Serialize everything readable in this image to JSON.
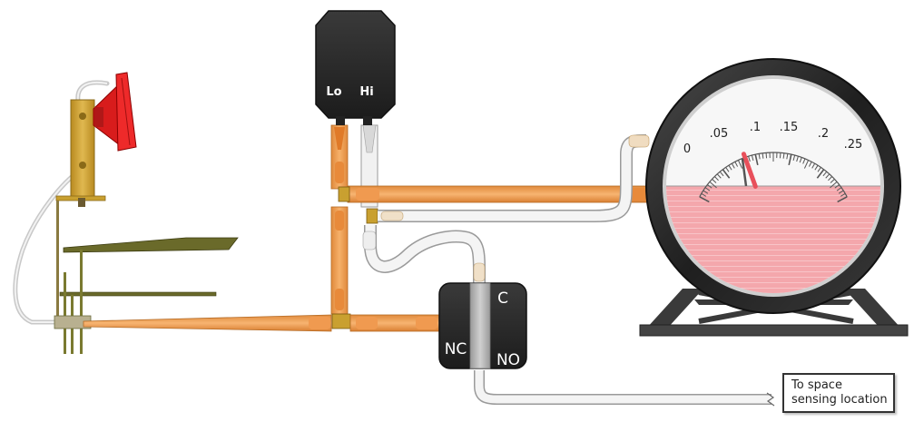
{
  "transmitter": {
    "lo_label": "Lo",
    "hi_label": "Hi"
  },
  "switch": {
    "c_label": "C",
    "nc_label": "NC",
    "no_label": "NO"
  },
  "gauge": {
    "scale_labels": [
      "0",
      ".05",
      ".1",
      ".15",
      ".2",
      ".25"
    ],
    "reading": 0.085,
    "scale_min": 0,
    "scale_max": 0.25,
    "fluid_color": "#f4a7ac",
    "needle_color": "#e8505b"
  },
  "callout": {
    "line1": "To space",
    "line2": "sensing location"
  },
  "colors": {
    "tube_orange": "#f0a050",
    "device_body": "#2b2b2b",
    "damper_red": "#e02020",
    "bracket_gold": "#c9a030",
    "frame": "#3a3a3a"
  }
}
